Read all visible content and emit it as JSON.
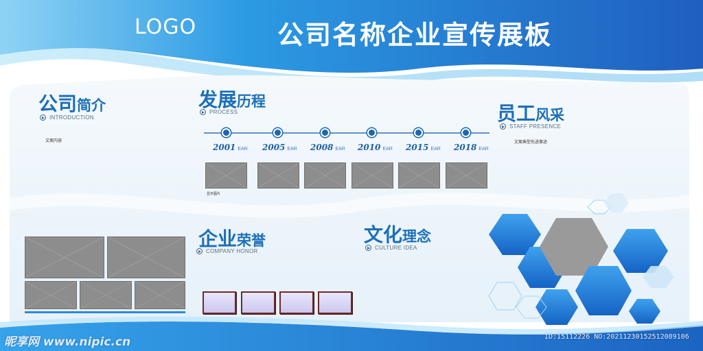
{
  "header": {
    "logo": "LOGO",
    "title": "公司名称企业宣传展板"
  },
  "sections": {
    "intro": {
      "title_big": "公司",
      "title_small": "简介",
      "subtitle": "INTRODUCTION",
      "body": "文案内容"
    },
    "process": {
      "title_big": "发展",
      "title_small": "历程",
      "subtitle": "PROCESS",
      "caption": "显示图片"
    },
    "staff": {
      "title_big": "员工",
      "title_small": "风采",
      "subtitle": "STAFF PRESENCE",
      "body": "文案典型先进事迹"
    },
    "honor": {
      "title_big": "企业",
      "title_small": "荣誉",
      "subtitle": "COMPANY HONOR"
    },
    "culture": {
      "title_big": "文化",
      "title_small": "理念",
      "subtitle": "CULTURE IDEA"
    }
  },
  "timeline": {
    "suffix": "EAR",
    "years": [
      "2001",
      "2005",
      "2008",
      "2010",
      "2015",
      "2018"
    ]
  },
  "watermark": {
    "left": "昵享网 www.nipic.cn",
    "right": "ID:15112226 NO:20211230152512089106"
  },
  "colors": {
    "primary_blue": "#1d6fb8",
    "header_blue": "#1f7fd6",
    "hexagon_blue": "#1e88e5",
    "hexagon_gray": "#9a9a9a",
    "honor_frame": "#6d2a2a"
  }
}
